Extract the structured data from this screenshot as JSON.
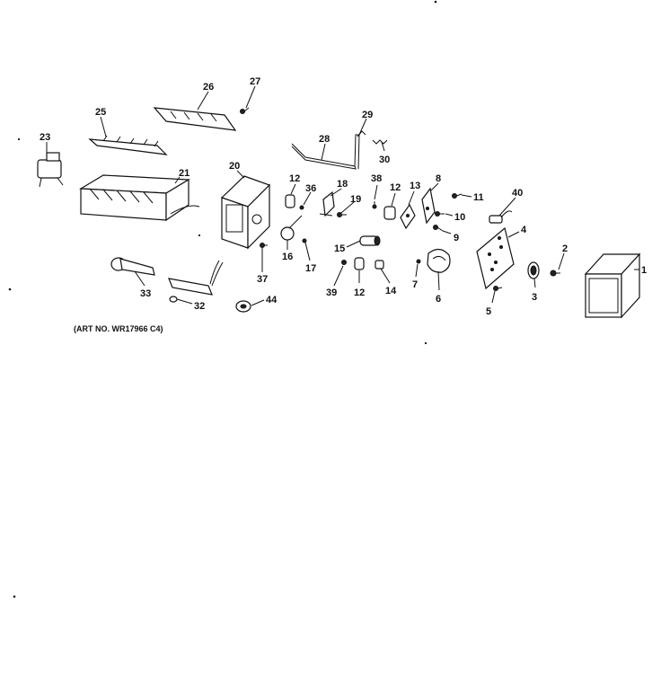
{
  "diagram": {
    "art_number": "(ART NO. WR17966 C4)",
    "callouts": [
      "1",
      "2",
      "3",
      "4",
      "5",
      "6",
      "7",
      "8",
      "9",
      "10",
      "11",
      "12",
      "12",
      "12",
      "13",
      "14",
      "15",
      "16",
      "17",
      "18",
      "19",
      "20",
      "21",
      "23",
      "25",
      "26",
      "27",
      "28",
      "29",
      "30",
      "32",
      "33",
      "36",
      "37",
      "38",
      "39",
      "40",
      "44"
    ]
  }
}
